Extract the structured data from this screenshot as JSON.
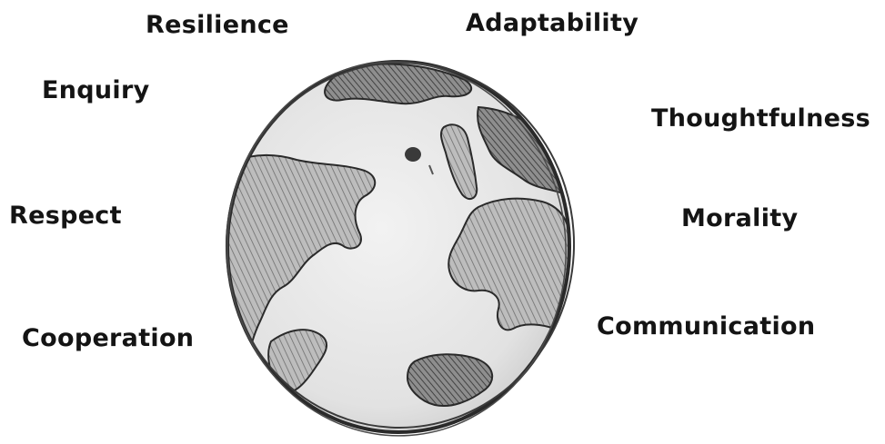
{
  "labels": {
    "resilience": "Resilience",
    "adaptability": "Adaptability",
    "enquiry": "Enquiry",
    "thoughtfulness": "Thoughtfulness",
    "respect": "Respect",
    "morality": "Morality",
    "communication": "Communication",
    "cooperation": "Cooperation"
  },
  "colors": {
    "ink": "#141414",
    "globe_fill": "#e6e6e6",
    "land_fill": "#b4b4b4",
    "outline": "#2a2a2a"
  },
  "icons": {
    "globe": "hand-drawn-globe-icon"
  }
}
